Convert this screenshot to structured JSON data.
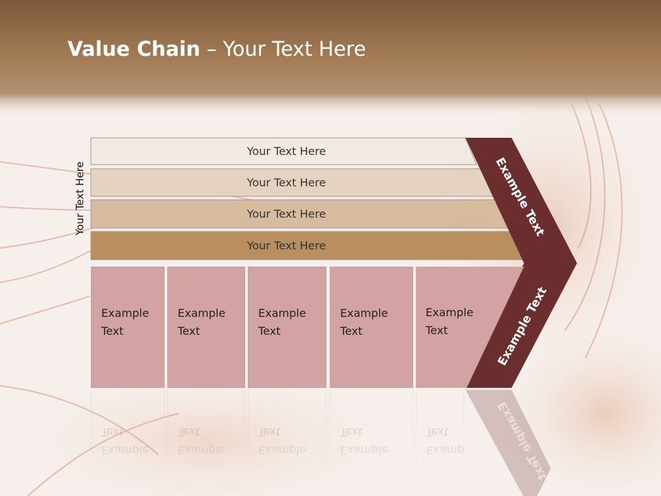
{
  "title": {
    "bold": "Value Chain",
    "rest": " – Your Text Here"
  },
  "side_label": "Your Text Here",
  "bars": [
    {
      "label": "Your Text Here",
      "color": "#f1e9e2"
    },
    {
      "label": "Your Text Here",
      "color": "#e5d2c1"
    },
    {
      "label": "Your Text Here",
      "color": "#d6bb9f"
    },
    {
      "label": "Your Text Here",
      "color": "#b98f62"
    }
  ],
  "chevron": {
    "upper_text": "Example Text",
    "lower_text": "Example Text",
    "color": "#6b2e2e"
  },
  "boxes": [
    {
      "line1": "Example",
      "line2": "Text"
    },
    {
      "line1": "Example",
      "line2": "Text"
    },
    {
      "line1": "Example",
      "line2": "Text"
    },
    {
      "line1": "Example",
      "line2": "Text"
    },
    {
      "line1": "Example",
      "line2": "Text"
    }
  ],
  "colors": {
    "header": "#a07a51",
    "box": "#d3a2a2",
    "hair": "#c8603a"
  }
}
